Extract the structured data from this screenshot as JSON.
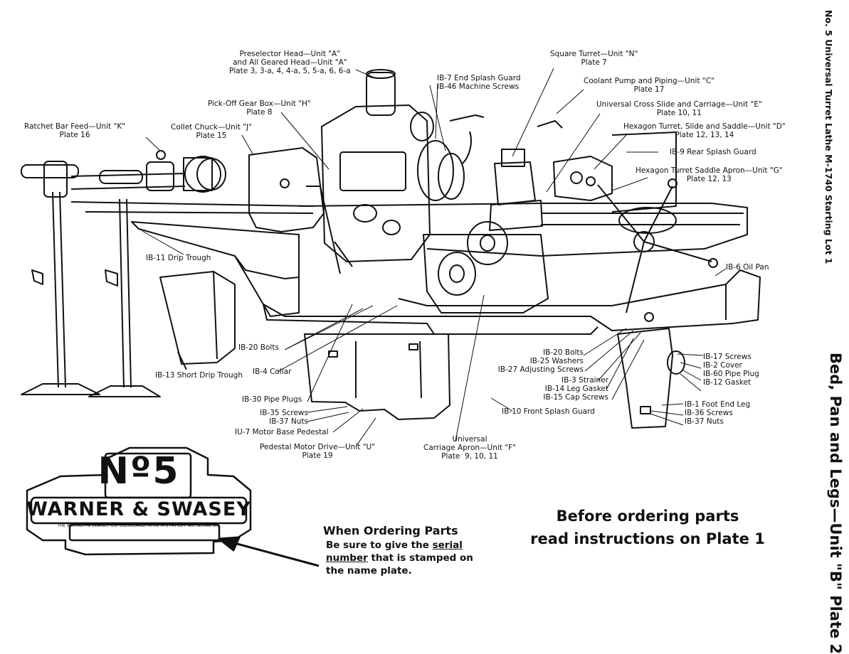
{
  "header": {
    "series_title": "No. 5 Universal Turret Lathe  M-1740 Starting Lot 1",
    "plate_title": "Bed, Pan and Legs—Unit \"B\"     Plate 2"
  },
  "callouts": [
    {
      "id": "preselector",
      "text": "Preselector Head—Unit \"A\"\nand All Geared Head—Unit \"A\"\nPlate 3, 3-a, 4, 4-a, 5, 5-a, 6, 6-a"
    },
    {
      "id": "ib7",
      "text": "IB-7 End Splash Guard\nIB-46 Machine Screws"
    },
    {
      "id": "square-turret",
      "text": "Square Turret—Unit \"N\"\nPlate 7"
    },
    {
      "id": "coolant",
      "text": "Coolant Pump and Piping—Unit \"C\"\nPlate 17"
    },
    {
      "id": "cross-slide",
      "text": "Universal Cross Slide and Carriage—Unit \"E\"\nPlate 10, 11"
    },
    {
      "id": "hexagon-turret",
      "text": "Hexagon Turret, Slide and Saddle—Unit \"D\"\nPlate 12, 13, 14"
    },
    {
      "id": "ib9",
      "text": "IB-9 Rear Splash Guard"
    },
    {
      "id": "saddle-apron",
      "text": "Hexagon Turret Saddle Apron—Unit \"G\"\nPlate 12, 13"
    },
    {
      "id": "pickoff",
      "text": "Pick-Off Gear Box—Unit \"H\"\nPlate 8"
    },
    {
      "id": "collet",
      "text": "Collet Chuck—Unit \"J\"\nPlate 15"
    },
    {
      "id": "ratchet",
      "text": "Ratchet Bar Feed—Unit \"K\"\nPlate 16"
    },
    {
      "id": "ib11",
      "text": "IB-11 Drip Trough"
    },
    {
      "id": "ib6",
      "text": "IB-6 Oil Pan"
    },
    {
      "id": "ib20a",
      "text": "IB-20 Bolts"
    },
    {
      "id": "ib4",
      "text": "IB-4 Collar"
    },
    {
      "id": "ib13",
      "text": "IB-13 Short Drip Trough"
    },
    {
      "id": "ib30",
      "text": "IB-30 Pipe Plugs"
    },
    {
      "id": "ib35",
      "text": "IB-35 Screws\nIB-37 Nuts"
    },
    {
      "id": "iu7",
      "text": "IU-7 Motor Base Pedestal"
    },
    {
      "id": "pedestal",
      "text": "Pedestal Motor Drive—Unit \"U\"\nPlate 19"
    },
    {
      "id": "apron",
      "text": "Universal\nCarriage Apron—Unit \"F\"\nPlate  9, 10, 11"
    },
    {
      "id": "ib10",
      "text": "IB-10 Front Splash Guard"
    },
    {
      "id": "ib20b",
      "text": "IB-20 Bolts\nIB-25 Washers\nIB-27 Adjusting Screws"
    },
    {
      "id": "ib3",
      "text": "IB-3 Strainer\nIB-14 Leg Gasket\nIB-15 Cap Screws"
    },
    {
      "id": "ib17",
      "text": "IB-17 Screws\nIB-2 Cover\nIB-60 Pipe Plug\nIB-12 Gasket"
    },
    {
      "id": "ib1",
      "text": "IB-1 Foot End Leg\nIB-36 Screws\nIB-37 Nuts"
    }
  ],
  "nameplate": {
    "number": "Nº5",
    "brand": "WARNER & SWASEY",
    "small_text": "THE WARNER & SWASEY CO.  CLEVELAND, OHIO   M-1740   LOT NO.   SERIAL NO."
  },
  "ordering": {
    "heading": "When Ordering Parts",
    "line1_prefix": "Be sure to give the ",
    "line1_link": "serial",
    "line2_link": "number",
    "line2_suffix": " that is stamped on",
    "line3": "the name plate."
  },
  "notice": "Before ordering parts\nread instructions on Plate 1"
}
